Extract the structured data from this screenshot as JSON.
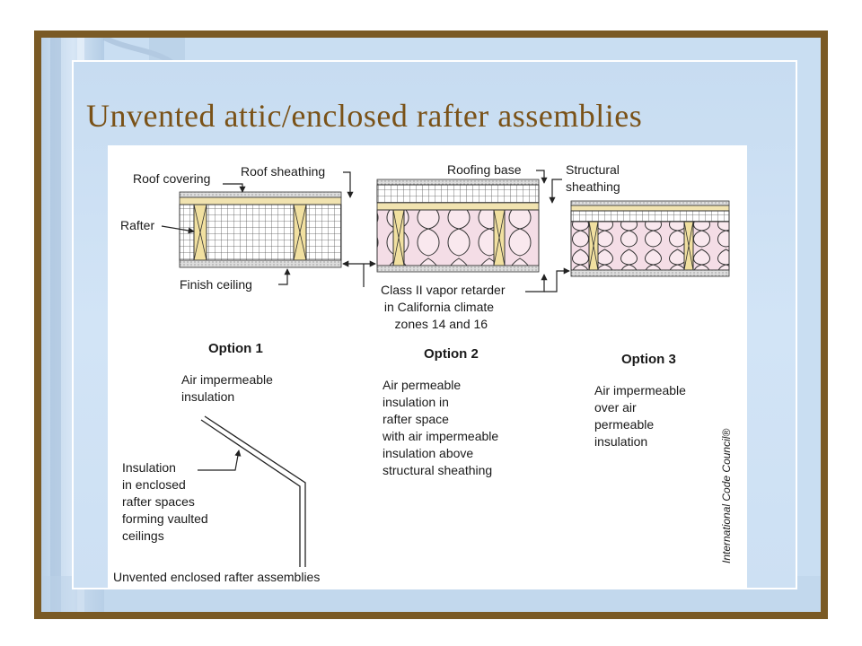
{
  "slide": {
    "title": "Unvented attic/enclosed rafter assemblies",
    "colors": {
      "frame": "#7a5a25",
      "background": "#c9def2",
      "title": "#7a5218",
      "figure": "#ffffff"
    }
  },
  "figure": {
    "labels": {
      "roof_covering": "Roof covering",
      "roof_sheathing": "Roof sheathing",
      "rafter": "Rafter",
      "finish_ceiling": "Finish ceiling",
      "roofing_base": "Roofing base",
      "structural_sheathing": "Structural\nsheathing",
      "vapor_retarder": "Class II vapor retarder\n in California climate\n    zones 14 and 16"
    },
    "options": [
      {
        "title": "Option 1",
        "text": "Air impermeable\ninsulation"
      },
      {
        "title": "Option 2",
        "text": "Air permeable\ninsulation in\nrafter space\nwith air impermeable\ninsulation above\nstructural sheathing"
      },
      {
        "title": "Option 3",
        "text": "Air impermeable\nover air\npermeable\ninsulation"
      }
    ],
    "vaulted_label": "Insulation\nin enclosed\nrafter spaces\nforming vaulted\nceilings",
    "caption": "Unvented enclosed rafter assemblies",
    "credit": "International Code Council®"
  }
}
